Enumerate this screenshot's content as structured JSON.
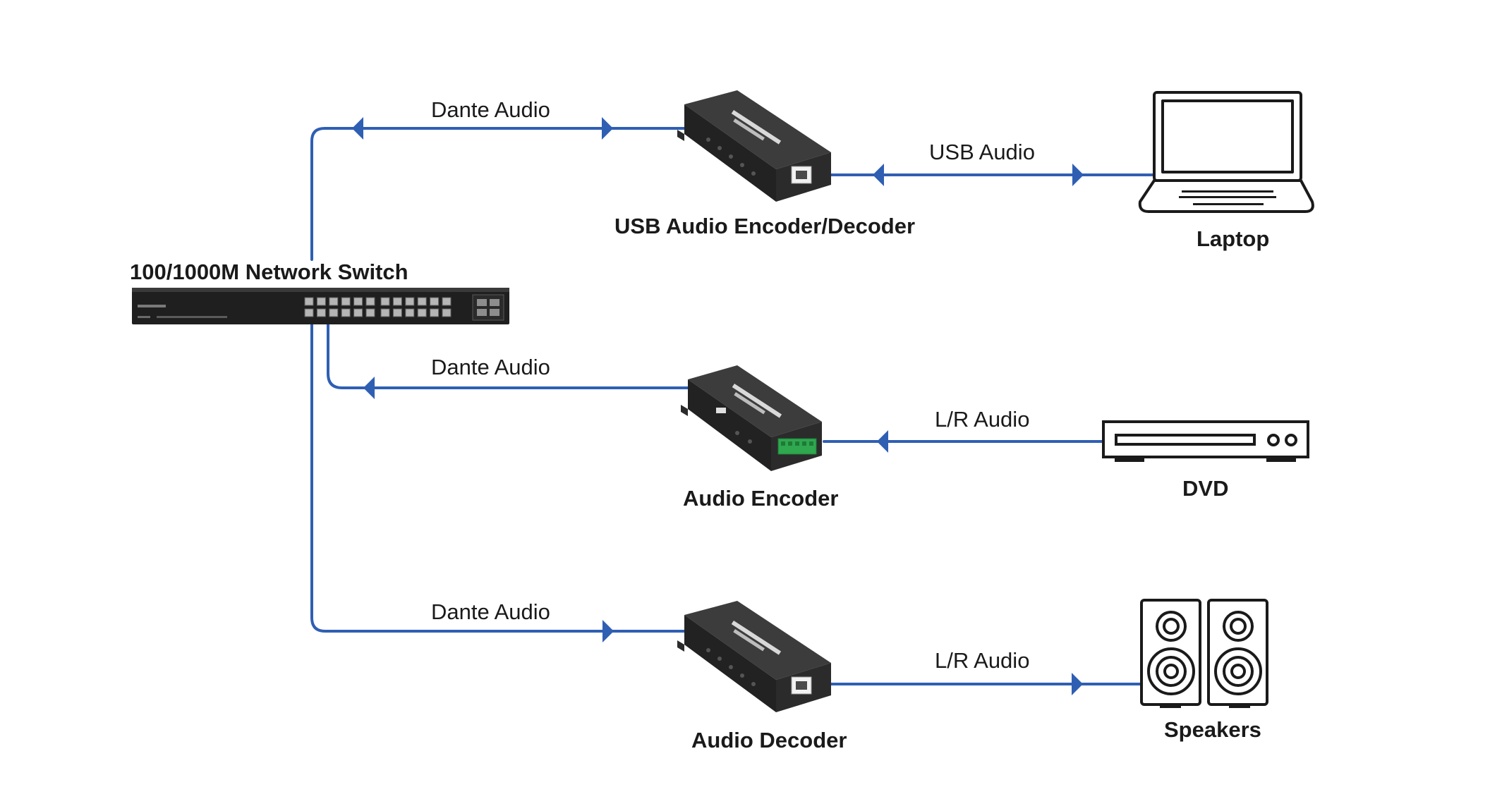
{
  "colors": {
    "wire": "#2f5fb3",
    "device_body": "#2b2b2b",
    "device_top": "#3c3c3c",
    "outline": "#1a1a1a",
    "terminal_green": "#2fa84f"
  },
  "nodes": {
    "switch": {
      "label": "100/1000M Network Switch",
      "icon": "network-switch"
    },
    "usb_codec": {
      "label": "USB Audio Encoder/Decoder",
      "icon": "audio-interface-box"
    },
    "encoder": {
      "label": "Audio Encoder",
      "icon": "audio-interface-box"
    },
    "decoder": {
      "label": "Audio Decoder",
      "icon": "audio-interface-box"
    },
    "laptop": {
      "label": "Laptop",
      "icon": "laptop"
    },
    "dvd": {
      "label": "DVD",
      "icon": "dvd-player"
    },
    "speakers": {
      "label": "Speakers",
      "icon": "speakers"
    }
  },
  "links": {
    "switch_to_usb": {
      "label": "Dante Audio",
      "direction": "bidirectional"
    },
    "switch_to_encoder": {
      "label": "Dante Audio",
      "direction": "encoder-to-switch"
    },
    "switch_to_decoder": {
      "label": "Dante Audio",
      "direction": "switch-to-decoder"
    },
    "usb_to_laptop": {
      "label": "USB Audio",
      "direction": "bidirectional"
    },
    "dvd_to_encoder": {
      "label": "L/R Audio",
      "direction": "dvd-to-encoder"
    },
    "decoder_to_speakers": {
      "label": "L/R Audio",
      "direction": "decoder-to-speakers"
    }
  }
}
